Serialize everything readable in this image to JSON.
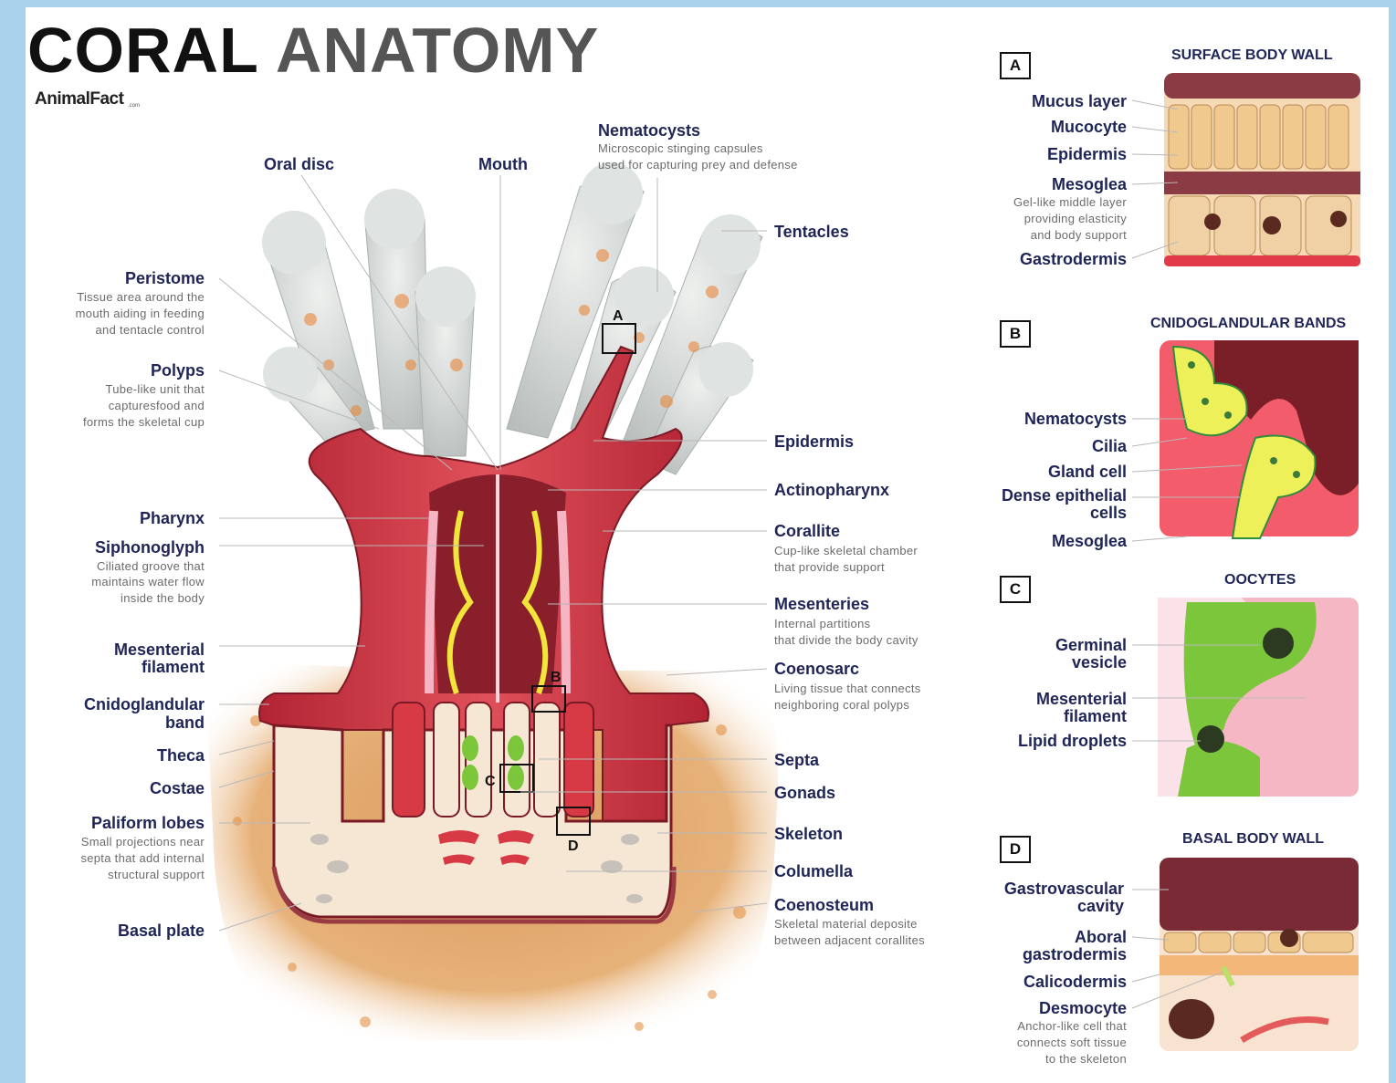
{
  "title": {
    "word1": "CORAL",
    "word2": "ANATOMY"
  },
  "brand": {
    "name": "AnimalFact",
    "suffix": ".com"
  },
  "left_labels": {
    "peristome": {
      "label": "Peristome",
      "desc": [
        "Tissue area around the",
        "mouth aiding in feeding",
        "and tentacle control"
      ]
    },
    "polyps": {
      "label": "Polyps",
      "desc": [
        "Tube-like unit that",
        "capturesfood and",
        "forms the skeletal cup"
      ]
    },
    "pharynx": {
      "label": "Pharynx"
    },
    "siphonoglyph": {
      "label": "Siphonoglyph",
      "desc": [
        "Ciliated groove that",
        "maintains water flow",
        "inside the body"
      ]
    },
    "mesenterial_filament": {
      "label": [
        "Mesenterial",
        "filament"
      ]
    },
    "cnidoglandular_band": {
      "label": [
        "Cnidoglandular",
        "band"
      ]
    },
    "theca": {
      "label": "Theca"
    },
    "costae": {
      "label": "Costae"
    },
    "paliform_lobes": {
      "label": "Paliform lobes",
      "desc": [
        "Small projections near",
        "septa that add internal",
        "structural support"
      ]
    },
    "basal_plate": {
      "label": "Basal plate"
    }
  },
  "top_labels": {
    "oral_disc": "Oral disc",
    "mouth": "Mouth",
    "nematocysts": {
      "label": "Nematocysts",
      "desc": [
        "Microscopic stinging capsules",
        "used for capturing prey and defense"
      ]
    }
  },
  "right_labels": {
    "tentacles": "Tentacles",
    "epidermis": "Epidermis",
    "actinopharynx": "Actinopharynx",
    "corallite": {
      "label": "Corallite",
      "desc": [
        "Cup-like skeletal chamber",
        "that provide support"
      ]
    },
    "mesenteries": {
      "label": "Mesenteries",
      "desc": [
        "Internal partitions",
        "that divide the body cavity"
      ]
    },
    "coenosarc": {
      "label": "Coenosarc",
      "desc": [
        "Living tissue that connects",
        "neighboring coral polyps"
      ]
    },
    "septa": "Septa",
    "gonads": "Gonads",
    "skeleton": "Skeleton",
    "columella": "Columella",
    "coenosteum": {
      "label": "Coenosteum",
      "desc": [
        "Skeletal material deposite",
        "between adjacent corallites"
      ]
    }
  },
  "callouts": [
    "A",
    "B",
    "C",
    "D"
  ],
  "panels": [
    {
      "letter": "A",
      "title": "SURFACE BODY WALL",
      "labels": [
        "Mucus layer",
        "Mucocyte",
        "Epidermis",
        "Mesoglea",
        "Gastrodermis"
      ],
      "mesoglea_desc": [
        "Gel-like middle layer",
        "providing elasticity",
        "and body support"
      ]
    },
    {
      "letter": "B",
      "title": "CNIDOGLANDULAR BANDS",
      "labels": [
        "Nematocysts",
        "Cilia",
        "Gland cell",
        "Dense epithelial",
        "cells",
        "Mesoglea"
      ]
    },
    {
      "letter": "C",
      "title": "OOCYTES",
      "labels": [
        "Germinal",
        "vesicle",
        "Mesenterial",
        "filament",
        "Lipid droplets"
      ]
    },
    {
      "letter": "D",
      "title": "BASAL BODY WALL",
      "labels": [
        "Gastrovascular",
        "cavity",
        "Aboral",
        "gastrodermis",
        "Calicodermis",
        "Desmocyte"
      ],
      "desmocyte_desc": [
        "Anchor-like cell that",
        "connects soft tissue",
        "to the skeleton"
      ]
    }
  ],
  "colors": {
    "background": "#a9d3ec",
    "label": "#1f2556",
    "tissue_red": "#d83a45",
    "tissue_dark": "#8a1f2c",
    "skeleton": "#f6e7d4",
    "sediment": "#c9894a",
    "yellow_band": "#f2e53a",
    "gonad_green": "#7cc63b"
  }
}
